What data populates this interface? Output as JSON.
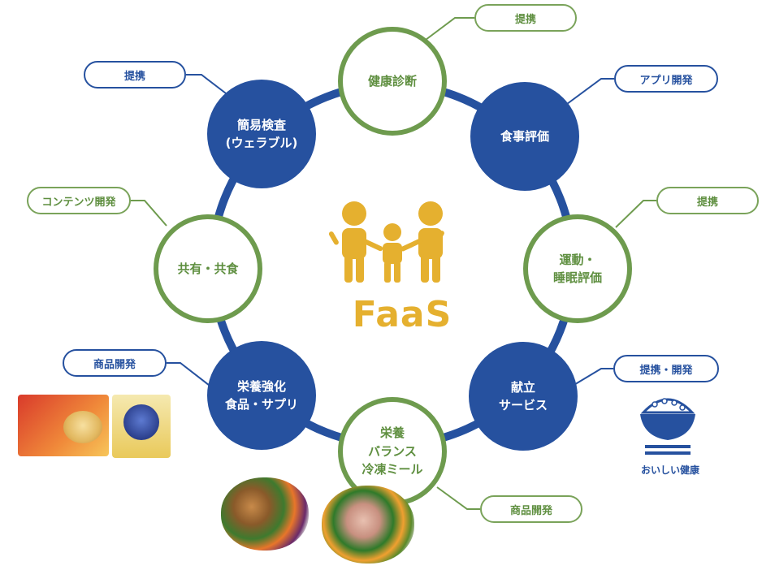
{
  "center": {
    "label": "FaaS"
  },
  "colors": {
    "blue": "#26519f",
    "green": "#6e9b4e",
    "accent": "#e5b02f"
  },
  "nodes": [
    {
      "id": "health-checkup",
      "label": "健康診断",
      "style": "green"
    },
    {
      "id": "meal-evaluation",
      "label": "食事評価",
      "style": "blue"
    },
    {
      "id": "exercise-sleep",
      "label": "運動・\n睡眠評価",
      "style": "green"
    },
    {
      "id": "menu-service",
      "label": "献立\nサービス",
      "style": "blue"
    },
    {
      "id": "balanced-frozen-meal",
      "label": "栄養\nバランス\n冷凍ミール",
      "style": "green"
    },
    {
      "id": "fortified-food",
      "label": "栄養強化\n食品・サプリ",
      "style": "blue"
    },
    {
      "id": "sharing",
      "label": "共有・共食",
      "style": "green"
    },
    {
      "id": "simple-test",
      "label": "簡易検査\n(ウェラブル)",
      "style": "blue"
    }
  ],
  "tags": [
    {
      "for": "health-checkup",
      "label": "提携",
      "style": "green"
    },
    {
      "for": "meal-evaluation",
      "label": "アプリ開発",
      "style": "blue"
    },
    {
      "for": "exercise-sleep",
      "label": "提携",
      "style": "green"
    },
    {
      "for": "menu-service",
      "label": "提携・開発",
      "style": "blue"
    },
    {
      "for": "balanced-frozen-meal",
      "label": "商品開発",
      "style": "green"
    },
    {
      "for": "fortified-food",
      "label": "商品開発",
      "style": "blue"
    },
    {
      "for": "sharing",
      "label": "コンテンツ開発",
      "style": "green"
    },
    {
      "for": "simple-test",
      "label": "提携",
      "style": "blue"
    }
  ],
  "rice_logo": {
    "caption": "おいしい健康",
    "icon": "rice-bowl-icon"
  },
  "images": [
    {
      "name": "soup-product-image",
      "icon": "soup-box"
    },
    {
      "name": "supplement-product-image",
      "icon": "supplement-box"
    },
    {
      "name": "frozen-meal-image-1",
      "icon": "meal-tray"
    },
    {
      "name": "frozen-meal-image-2",
      "icon": "meal-tray"
    }
  ]
}
